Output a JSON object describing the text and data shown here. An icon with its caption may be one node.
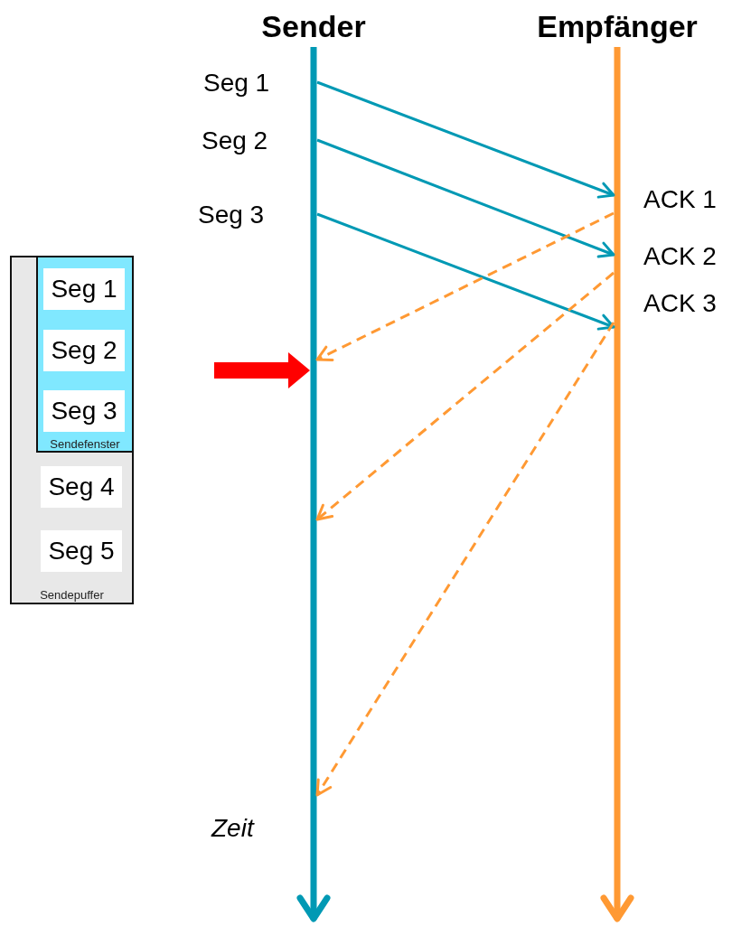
{
  "diagram": {
    "nodes": [
      {
        "text": [
          "Sendepuffer"
        ]
      },
      {
        "text": [
          "Sendefenster"
        ],
        "in": 0
      },
      {
        "text": [
          "Seg 1"
        ],
        "in": 1
      },
      {
        "text": [
          "Seg 2"
        ],
        "in": 1
      },
      {
        "text": [
          "Seg 3"
        ],
        "in": 1
      },
      {
        "text": [
          "Seg 4"
        ],
        "in": 0
      },
      {
        "text": [
          "Seg 5"
        ],
        "in": 0
      },
      {
        "text": [
          "Sender"
        ]
      },
      {
        "text": [
          "Empfänger"
        ]
      }
    ],
    "edges": [
      {
        "from": 7,
        "to": 8,
        "arrow": "to"
      },
      {
        "from": 7,
        "to": 8,
        "arrow": "to"
      },
      {
        "from": 7,
        "to": 8,
        "arrow": "to"
      },
      {
        "from": 8,
        "to": 7,
        "arrow": "to",
        "style": "dashed",
        "color": "#ff9933"
      },
      {
        "from": 8,
        "to": 7,
        "arrow": "to",
        "style": "dashed",
        "color": "#ff9933"
      },
      {
        "from": 8,
        "to": 7,
        "arrow": "to",
        "style": "dashed",
        "color": "#ff9933"
      },
      {
        "from": null,
        "to": 7,
        "arrow": "to",
        "style": "thick",
        "color": "#ff0000"
      }
    ],
    "labels": [
      "Seg 1",
      "Seg 2",
      "Seg 3",
      "ACK 1",
      "ACK 2",
      "ACK 3",
      "Zeit"
    ]
  }
}
